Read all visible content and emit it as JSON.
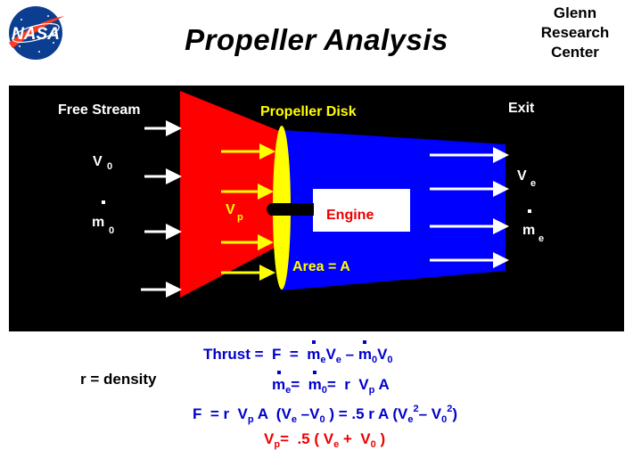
{
  "header": {
    "logo_text": "NASA",
    "title": "Propeller  Analysis",
    "center_lines": [
      "Glenn",
      "Research",
      "Center"
    ]
  },
  "diagram": {
    "free_stream_label": "Free Stream",
    "propeller_disk_label": "Propeller  Disk",
    "exit_label": "Exit",
    "v0": {
      "main": "V",
      "sub": "0"
    },
    "m0": {
      "main": "m",
      "sub": "0"
    },
    "vp": {
      "main": "V",
      "sub": "p"
    },
    "ve": {
      "main": "V",
      "sub": "e"
    },
    "me": {
      "main": "m",
      "sub": "e"
    },
    "engine_label": "Engine",
    "area_label": "Area = A"
  },
  "equations": {
    "thrust_lead": "Thrust =",
    "density_symbol": "r",
    "density_text": " = density"
  },
  "colors": {
    "background_panel": "#000000",
    "free_stream_region": "#ff0000",
    "exit_region": "#0000ff",
    "propeller_disk": "#ffff00",
    "equation_blue": "#0000cc",
    "equation_red": "#ee0000"
  }
}
